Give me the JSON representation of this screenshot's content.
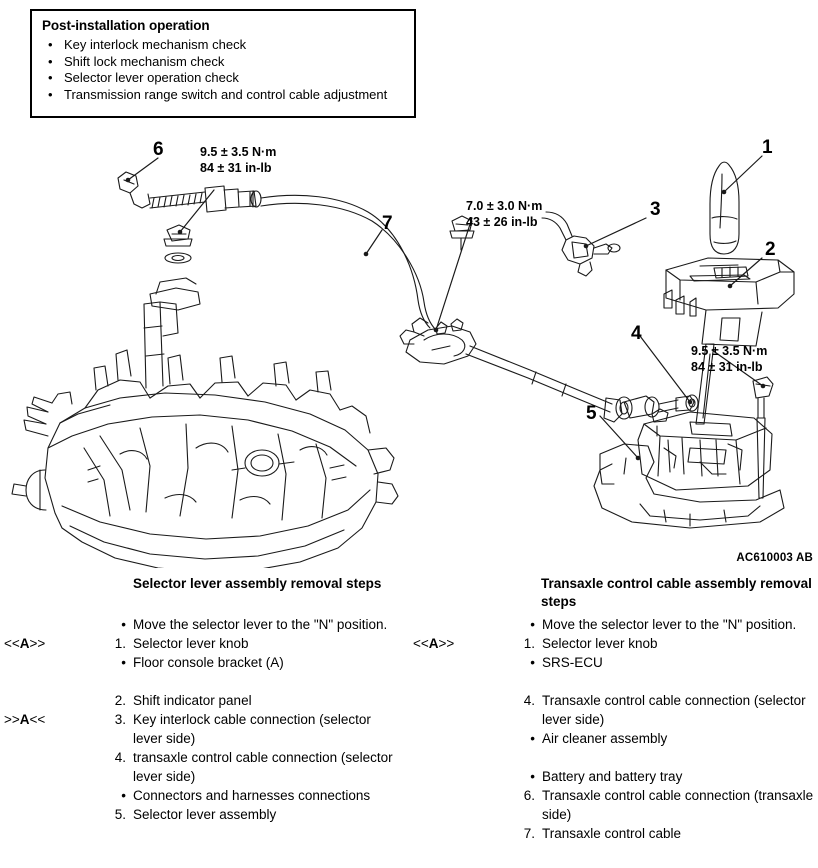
{
  "post_install": {
    "title": "Post-installation operation",
    "bullet_glyph": "•",
    "items": [
      "Key interlock mechanism check",
      "Shift lock mechanism check",
      "Selector lever operation check",
      "Transmission range switch and control cable adjustment"
    ]
  },
  "figure": {
    "code": "AC610003 AB",
    "torque_labels": [
      {
        "id": "torque-left",
        "nm": "9.5 ± 3.5 N·m",
        "inlb": "84 ± 31 in-lb"
      },
      {
        "id": "torque-middle",
        "nm": "7.0 ± 3.0 N·m",
        "inlb": "43 ± 26 in-lb"
      },
      {
        "id": "torque-right",
        "nm": "9.5 ± 3.5 N·m",
        "inlb": "84 ± 31 in-lb"
      }
    ],
    "callouts": [
      {
        "id": "callout-1",
        "label": "1",
        "part": "selector-lever-knob"
      },
      {
        "id": "callout-2",
        "label": "2",
        "part": "shift-indicator-panel"
      },
      {
        "id": "callout-3",
        "label": "3",
        "part": "key-interlock-cable-connection"
      },
      {
        "id": "callout-4",
        "label": "4",
        "part": "transaxle-control-cable-connection-selector-lever-side"
      },
      {
        "id": "callout-5",
        "label": "5",
        "part": "selector-lever-assembly"
      },
      {
        "id": "callout-6",
        "label": "6",
        "part": "transaxle-control-cable-connection-transaxle-side"
      },
      {
        "id": "callout-7",
        "label": "7",
        "part": "transaxle-control-cable"
      }
    ]
  },
  "steps": {
    "bullet_glyph": "•",
    "left": {
      "heading": "Selector lever assembly removal steps",
      "rows": [
        {
          "marker": "",
          "num": "",
          "bullet": "•",
          "text": "Move the selector lever to the \"N\" position."
        },
        {
          "marker": "<<A>>",
          "num": "1.",
          "bullet": "",
          "text": "Selector lever knob"
        },
        {
          "marker": "",
          "num": "",
          "bullet": "•",
          "text": "Floor console bracket (A)"
        },
        {
          "spacer": true
        },
        {
          "marker": "",
          "num": "2.",
          "bullet": "",
          "text": "Shift indicator panel"
        },
        {
          "marker": ">>A<<",
          "num": "3.",
          "bullet": "",
          "text": "Key interlock cable connection (selector lever side)"
        },
        {
          "marker": "",
          "num": "4.",
          "bullet": "",
          "text": "transaxle control cable connection (selector lever side)"
        },
        {
          "marker": "",
          "num": "",
          "bullet": "•",
          "text": "Connectors and harnesses connections"
        },
        {
          "marker": "",
          "num": "5.",
          "bullet": "",
          "text": "Selector lever assembly"
        }
      ]
    },
    "right": {
      "heading": "Transaxle control cable assembly removal steps",
      "rows": [
        {
          "marker": "",
          "num": "",
          "bullet": "•",
          "text": "Move the selector lever to the \"N\" position."
        },
        {
          "marker": "<<A>>",
          "num": "1.",
          "bullet": "",
          "text": "Selector lever knob"
        },
        {
          "marker": "",
          "num": "",
          "bullet": "•",
          "text": "SRS-ECU"
        },
        {
          "spacer": true
        },
        {
          "marker": "",
          "num": "4.",
          "bullet": "",
          "text": "Transaxle control cable connection (selector lever side)"
        },
        {
          "marker": "",
          "num": "",
          "bullet": "•",
          "text": "Air cleaner assembly"
        },
        {
          "spacer": true
        },
        {
          "marker": "",
          "num": "",
          "bullet": "•",
          "text": "Battery and battery tray"
        },
        {
          "marker": "",
          "num": "6.",
          "bullet": "",
          "text": "Transaxle control cable connection (transaxle side)"
        },
        {
          "marker": "",
          "num": "7.",
          "bullet": "",
          "text": "Transaxle control cable"
        }
      ]
    }
  }
}
